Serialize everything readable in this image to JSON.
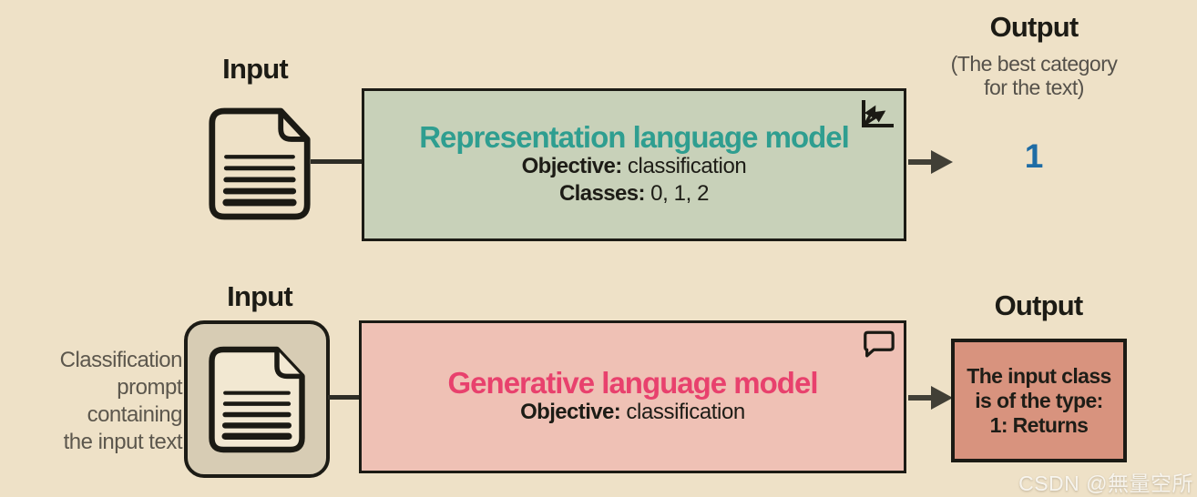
{
  "colors": {
    "background": "#eee1c7",
    "representation_box_fill": "#c8d1b9",
    "representation_title": "#2f9e90",
    "generative_box_fill": "#efc1b5",
    "generative_title": "#e8416d",
    "output_box_fill": "#d8937e",
    "prompt_tile_fill": "#d7ccb4",
    "ink": "#1c1b15",
    "muted_text": "#57534a",
    "output_value_blue": "#1e6ca5"
  },
  "top_flow": {
    "input_label": "Input",
    "model_box": {
      "title": "Representation language model",
      "objective_label": "Objective:",
      "objective_value": " classification",
      "classes_label": "Classes:",
      "classes_value": " 0, 1, 2",
      "corner_icon": "vector-axes-icon"
    },
    "output_label": "Output",
    "output_caption_line1": "(The best category",
    "output_caption_line2": "for the text)",
    "output_value": "1"
  },
  "bottom_flow": {
    "input_label": "Input",
    "input_caption_lines": [
      "Classification",
      "prompt",
      "containing",
      "the input text"
    ],
    "model_box": {
      "title": "Generative language model",
      "objective_label": "Objective:",
      "objective_value": " classification",
      "corner_icon": "speech-bubble-icon"
    },
    "output_label": "Output",
    "output_box_lines": [
      "The input class",
      "is of the type:",
      "1: Returns"
    ]
  },
  "watermark": "CSDN @無量空所"
}
